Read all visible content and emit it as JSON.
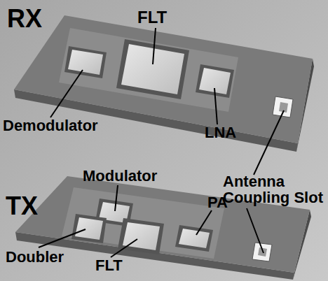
{
  "diagram": {
    "labels": [
      "RX",
      "FLT",
      "Demodulator",
      "LNA",
      "Antenna Coupling Slot",
      "TX",
      "Modulator",
      "PA",
      "Doubler",
      "FLT"
    ]
  }
}
